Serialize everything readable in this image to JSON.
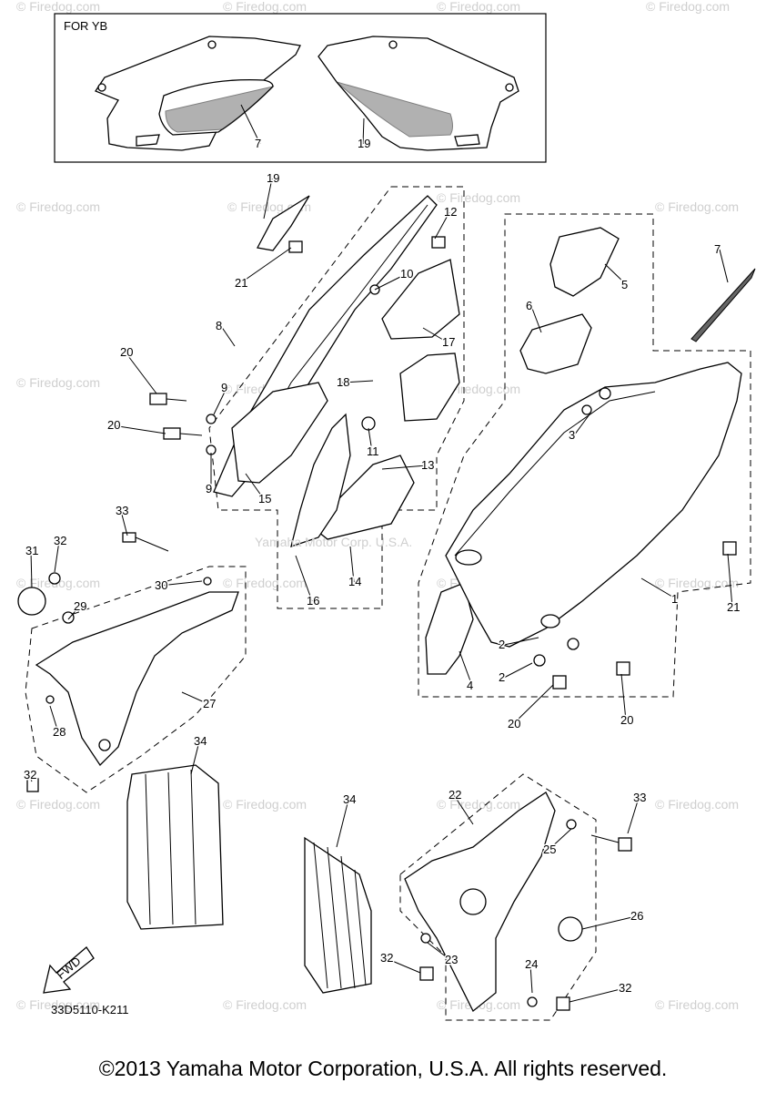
{
  "inset_title": "FOR YB",
  "part_code": "33D5110-K211",
  "fwd_label": "FWD",
  "copyright": "©2013 Yamaha Motor Corporation, U.S.A. All rights reserved.",
  "center_watermark": "Yamaha Motor Corp. U.S.A.",
  "watermark_text": "© Firedog.com",
  "callouts": [
    "1",
    "2",
    "2",
    "3",
    "4",
    "5",
    "6",
    "7",
    "7",
    "8",
    "9",
    "9",
    "10",
    "11",
    "12",
    "13",
    "14",
    "15",
    "16",
    "17",
    "18",
    "19",
    "19",
    "20",
    "20",
    "20",
    "20",
    "21",
    "21",
    "22",
    "23",
    "24",
    "25",
    "26",
    "27",
    "28",
    "29",
    "30",
    "31",
    "32",
    "32",
    "32",
    "32",
    "33",
    "33",
    "34",
    "34"
  ]
}
